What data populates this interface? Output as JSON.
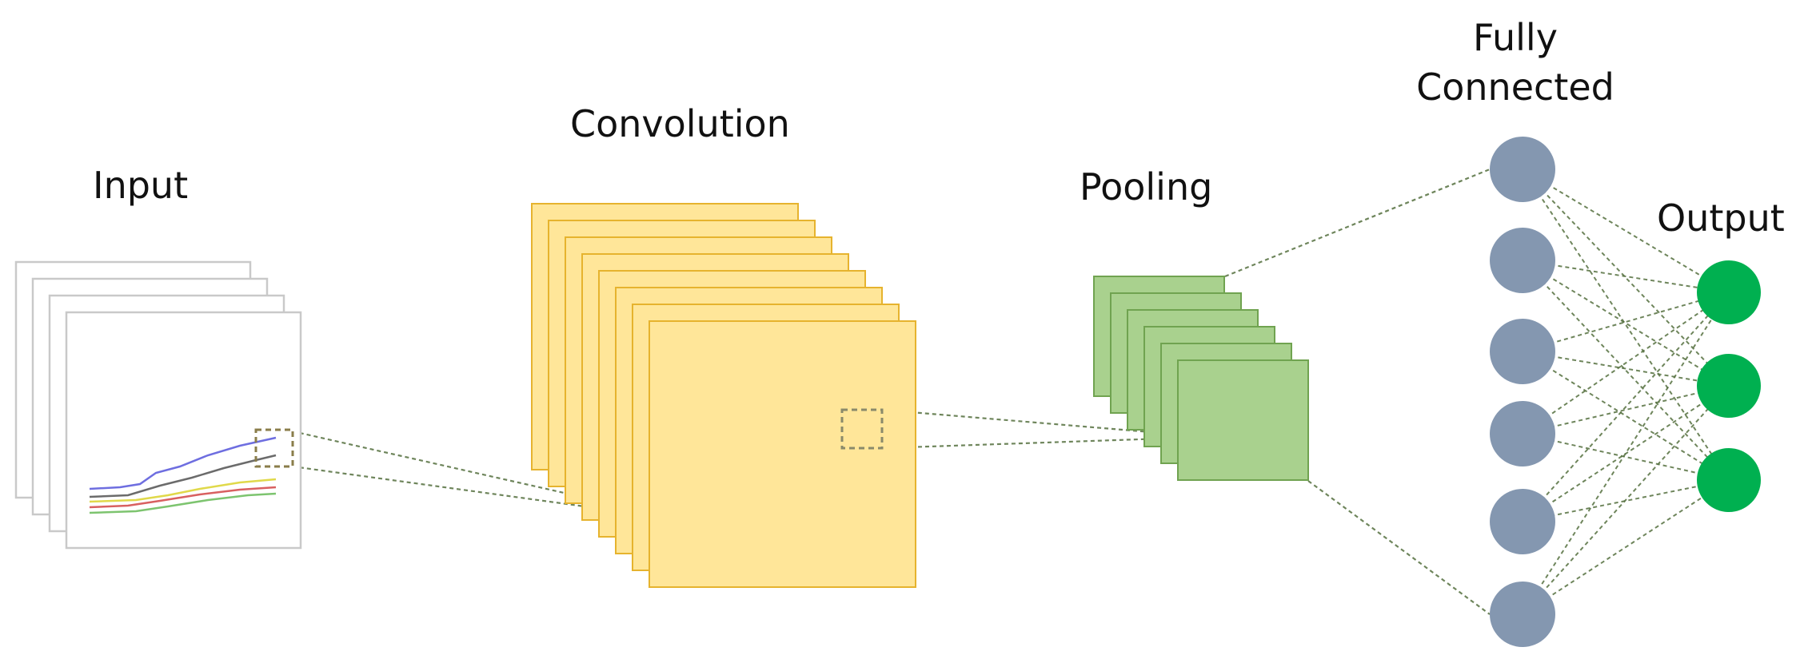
{
  "labels": {
    "input": "Input",
    "convolution": "Convolution",
    "pooling": "Pooling",
    "fully_connected": "Fully Connected",
    "output": "Output"
  },
  "colors": {
    "input_sheet_fill": "#ffffff",
    "input_sheet_border": "#c9c9c9",
    "conv_fill": "#ffe699",
    "conv_border": "#e6b32e",
    "pool_fill": "#a9d18e",
    "pool_border": "#70a350",
    "fc_node": "#8497b0",
    "output_node": "#00b050",
    "connection_line": "#55703f",
    "dashed_box": "#8a7d4a",
    "plot_line_blue": "#6e6ee0",
    "plot_line_gray": "#6b6b6b",
    "plot_line_yellow": "#e0d94a",
    "plot_line_red": "#d86060",
    "plot_line_green": "#7dc46f"
  },
  "layers": {
    "input_sheets": 4,
    "conv_maps": 8,
    "pool_maps": 6,
    "fc_nodes": 6,
    "output_nodes": 3
  }
}
